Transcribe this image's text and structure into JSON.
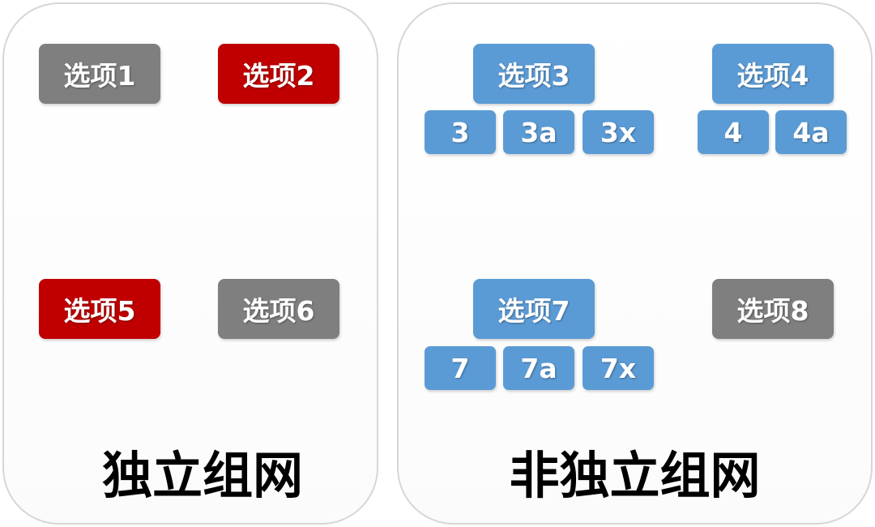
{
  "colors": {
    "gray": "#7f7f7f",
    "red": "#c00000",
    "blue": "#5b9bd5"
  },
  "independent": {
    "title": "独立组网",
    "options": [
      {
        "label": "选项1",
        "color": "gray"
      },
      {
        "label": "选项2",
        "color": "red"
      },
      {
        "label": "选项5",
        "color": "red"
      },
      {
        "label": "选项6",
        "color": "gray"
      }
    ]
  },
  "non_independent": {
    "title": "非独立组网",
    "groups": [
      {
        "label": "选项3",
        "color": "blue",
        "subs": [
          "3",
          "3a",
          "3x"
        ]
      },
      {
        "label": "选项4",
        "color": "blue",
        "subs": [
          "4",
          "4a"
        ]
      },
      {
        "label": "选项7",
        "color": "blue",
        "subs": [
          "7",
          "7a",
          "7x"
        ]
      },
      {
        "label": "选项8",
        "color": "gray",
        "subs": []
      }
    ]
  }
}
